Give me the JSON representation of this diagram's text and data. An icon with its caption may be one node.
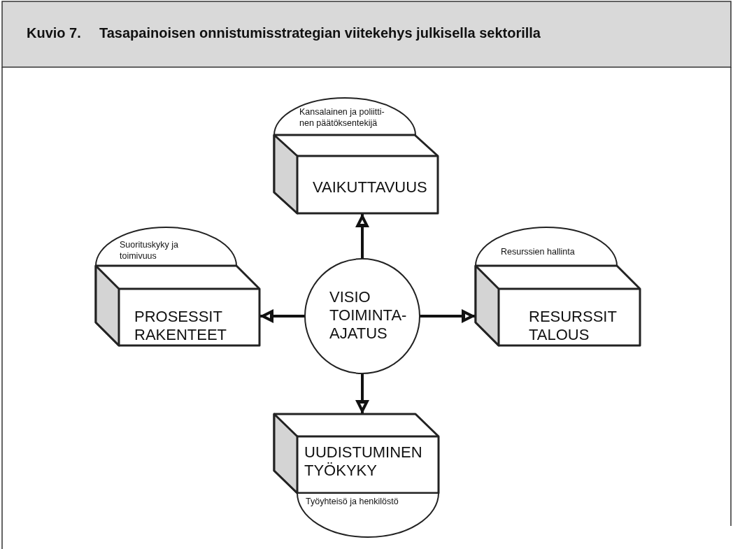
{
  "diagram": {
    "title": "Tasapainoisen onnistumisstrategian viitekehys julkisella sektorilla",
    "nodes": [
      {
        "text": [
          "Kansalainen ja poliitti-nen päätöksentekijä"
        ]
      },
      {
        "text": [
          "VAIKUTTAVUUS"
        ]
      },
      {
        "text": [
          "Suorituskyky ja toimivuus"
        ]
      },
      {
        "text": [
          "Resurssien hallinta"
        ]
      },
      {
        "text": [
          "PROSESSIT RAKENTEET"
        ]
      },
      {
        "text": [
          "VISIO TOIMINTA-AJATUS"
        ]
      },
      {
        "text": [
          "RESURSSIT TALOUS"
        ]
      },
      {
        "text": [
          "UUDISTUMINEN TYÖKYKY"
        ]
      },
      {
        "text": [
          "Työyhteisö ja henkilöstö"
        ]
      }
    ],
    "edges": [
      {
        "from": 5,
        "to": 1,
        "arrow": "to"
      },
      {
        "from": 5,
        "to": 4,
        "arrow": "to"
      },
      {
        "from": 5,
        "to": 6,
        "arrow": "to"
      },
      {
        "from": 5,
        "to": 7,
        "arrow": "to"
      }
    ],
    "labels": [
      "Kuvio 7."
    ]
  }
}
